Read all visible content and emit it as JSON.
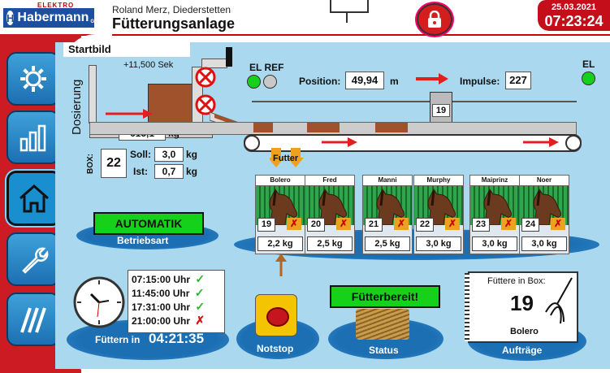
{
  "header": {
    "brand_top": "ELEKTRO",
    "brand": "Habermann",
    "brand_suffix": "GmbH",
    "user": "Roland Merz, Diederstetten",
    "title": "Fütterungsanlage",
    "date": "25.03.2021",
    "time": "07:23:24"
  },
  "sidebar": {
    "items": [
      {
        "icon": "gear-icon"
      },
      {
        "icon": "bar-chart-icon"
      },
      {
        "icon": "home-icon",
        "active": true
      },
      {
        "icon": "wrench-icon"
      },
      {
        "icon": "stripes-icon"
      }
    ]
  },
  "main": {
    "page_title": "Startbild",
    "timer": "+11,500",
    "timer_unit": "Sek",
    "dosierung_label": "Dosierung",
    "dosier_weight": "613,1",
    "dosier_weight_unit": "kg",
    "box_label": "BOX:",
    "box_value": "22",
    "soll_label": "Soll:",
    "soll_value": "3,0",
    "ist_label": "Ist:",
    "ist_value": "0,7",
    "kg": "kg",
    "el_ref_label": "EL REF",
    "el_label": "EL",
    "position_label": "Position:",
    "position_value": "49,94",
    "position_unit": "m",
    "impulse_label": "Impulse:",
    "impulse_value": "227",
    "trolley_box": "19",
    "futter_label": "Futter",
    "betriebsart_mode": "AUTOMATIK",
    "betriebsart_label": "Betriebsart",
    "feed_times": [
      {
        "time": "07:15:00 Uhr",
        "status": "done"
      },
      {
        "time": "11:45:00 Uhr",
        "status": "done"
      },
      {
        "time": "17:31:00 Uhr",
        "status": "done"
      },
      {
        "time": "21:00:00 Uhr",
        "status": "failed"
      }
    ],
    "fuettern_in_label": "Füttern in",
    "fuettern_in_value": "04:21:35",
    "notstop_label": "Notstop",
    "fuetterbereit_label": "Fütterbereit!",
    "status_label": "Status",
    "auftraege_label": "Aufträge",
    "feed_card_title": "Füttere in Box:",
    "feed_card_box": "19",
    "feed_card_name": "Bolero"
  },
  "stalls": [
    {
      "name": "Bolero",
      "box": "19",
      "weight": "2,2"
    },
    {
      "name": "Fred",
      "box": "20",
      "weight": "2,5"
    },
    {
      "name": "Manni",
      "box": "21",
      "weight": "2,5"
    },
    {
      "name": "Murphy",
      "box": "22",
      "weight": "3,0"
    },
    {
      "name": "Maiprinz",
      "box": "23",
      "weight": "3,0"
    },
    {
      "name": "Noer",
      "box": "24",
      "weight": "3,0"
    }
  ],
  "colors": {
    "brand_red": "#cd1b24",
    "brand_blue": "#1c4fa0",
    "panel_bg": "#aad9ef",
    "status_green": "#16d11a"
  }
}
